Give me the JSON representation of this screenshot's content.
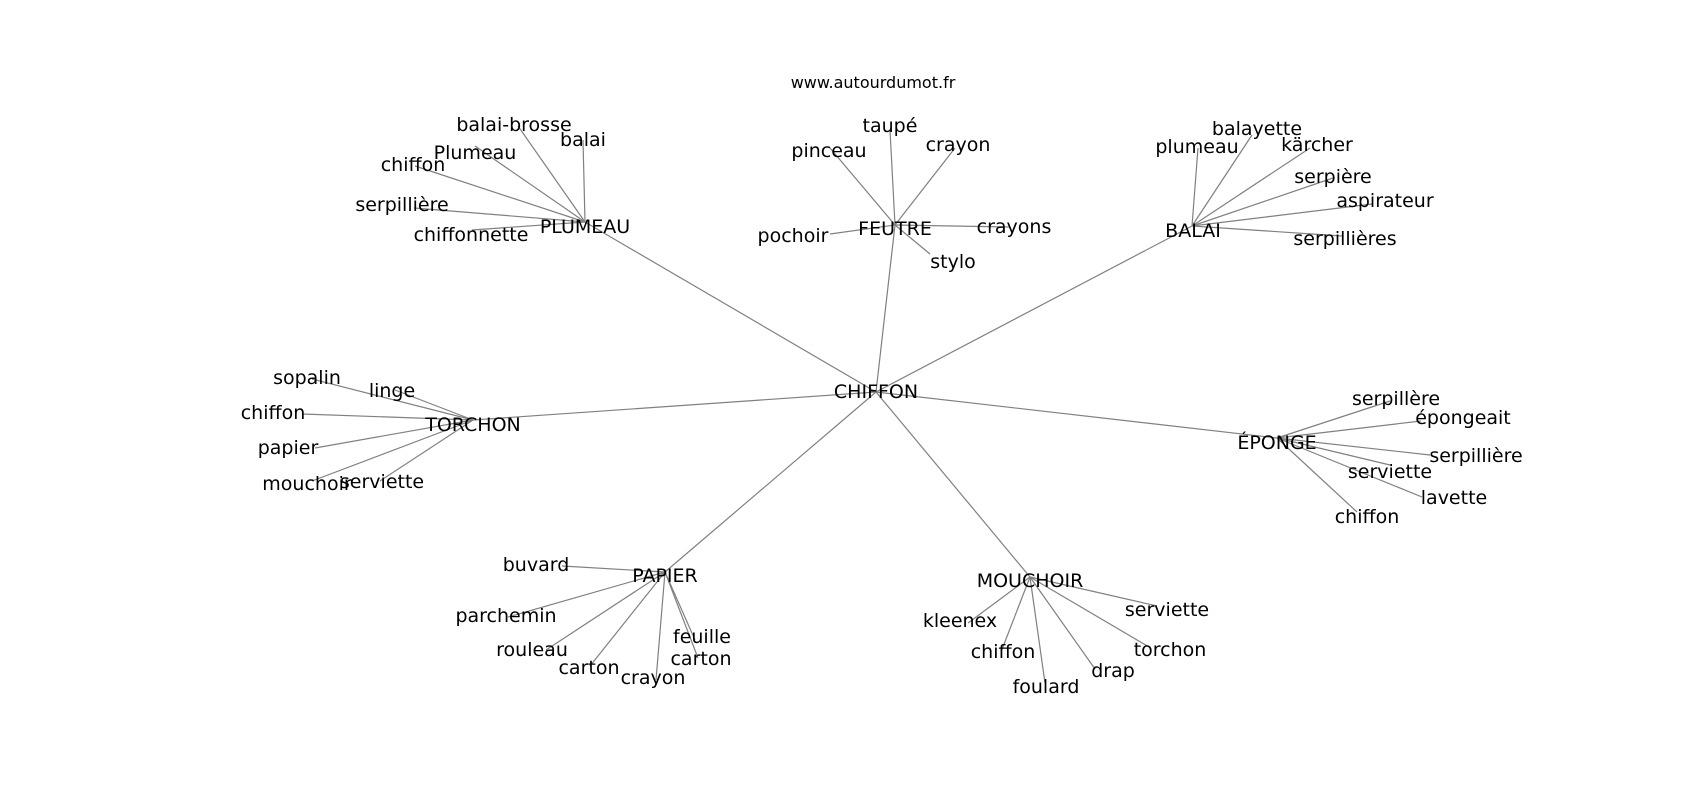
{
  "source": "www.autourdumot.fr",
  "colors": {
    "edge": "#808080",
    "text": "#000000",
    "background": "#ffffff"
  },
  "center": {
    "label": "CHIFFON"
  },
  "hubs": [
    {
      "key": "plumeau",
      "label": "PLUMEAU",
      "leaves": [
        "balai-brosse",
        "balai",
        "Plumeau",
        "chiffon",
        "serpillière",
        "chiffonnette"
      ]
    },
    {
      "key": "feutre",
      "label": "FEUTRE",
      "leaves": [
        "taupé",
        "pinceau",
        "crayon",
        "pochoir",
        "crayons",
        "stylo"
      ]
    },
    {
      "key": "balai",
      "label": "BALAI",
      "leaves": [
        "balayette",
        "plumeau",
        "kärcher",
        "serpière",
        "aspirateur",
        "serpillières"
      ]
    },
    {
      "key": "torchon",
      "label": "TORCHON",
      "leaves": [
        "sopalin",
        "linge",
        "chiffon",
        "papier",
        "mouchoir",
        "serviette"
      ]
    },
    {
      "key": "eponge",
      "label": "ÉPONGE",
      "leaves": [
        "serpillère",
        "épongeait",
        "serpillière",
        "serviette",
        "lavette",
        "chiffon"
      ]
    },
    {
      "key": "papier",
      "label": "PAPIER",
      "leaves": [
        "buvard",
        "parchemin",
        "rouleau",
        "carton",
        "crayon",
        "feuille",
        "carton"
      ]
    },
    {
      "key": "mouchoir",
      "label": "MOUCHOIR",
      "leaves": [
        "kleenex",
        "chiffon",
        "foulard",
        "drap",
        "torchon",
        "serviette"
      ]
    }
  ]
}
